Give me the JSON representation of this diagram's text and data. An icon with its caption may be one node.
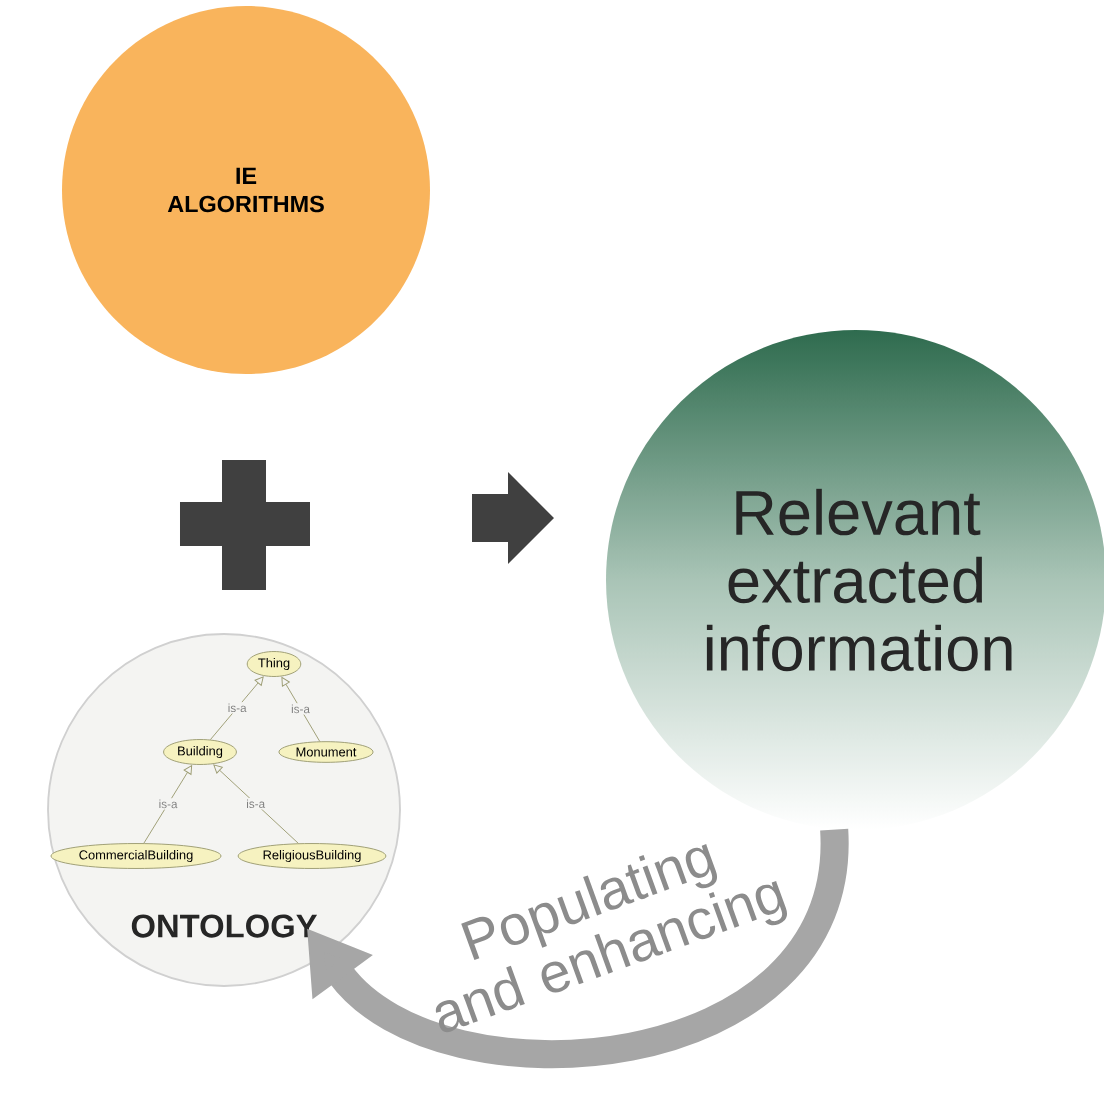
{
  "diagram": {
    "nodes": [
      {
        "text": [
          "IE ALGORITHMS"
        ]
      },
      {
        "text": [
          "Relevant extracted information"
        ]
      },
      {
        "text": [
          "ONTOLOGY"
        ]
      },
      {
        "text": [
          "Thing"
        ],
        "in": 2
      },
      {
        "text": [
          "Building"
        ],
        "in": 2
      },
      {
        "text": [
          "Monument"
        ],
        "in": 2
      },
      {
        "text": [
          "CommercialBuilding"
        ],
        "in": 2
      },
      {
        "text": [
          "ReligiousBuilding"
        ],
        "in": 2
      }
    ],
    "edges": [
      {
        "from": 4,
        "to": 3,
        "arrow": "to",
        "label": "is-a"
      },
      {
        "from": 5,
        "to": 3,
        "arrow": "to",
        "label": "is-a"
      },
      {
        "from": 6,
        "to": 4,
        "arrow": "to",
        "label": "is-a"
      },
      {
        "from": 7,
        "to": 4,
        "arrow": "to",
        "label": "is-a"
      },
      {
        "from": 1,
        "to": 2,
        "arrow": "to",
        "label": "Populating and enhancing",
        "style": "thick",
        "color": "#a6a6a6"
      }
    ]
  }
}
